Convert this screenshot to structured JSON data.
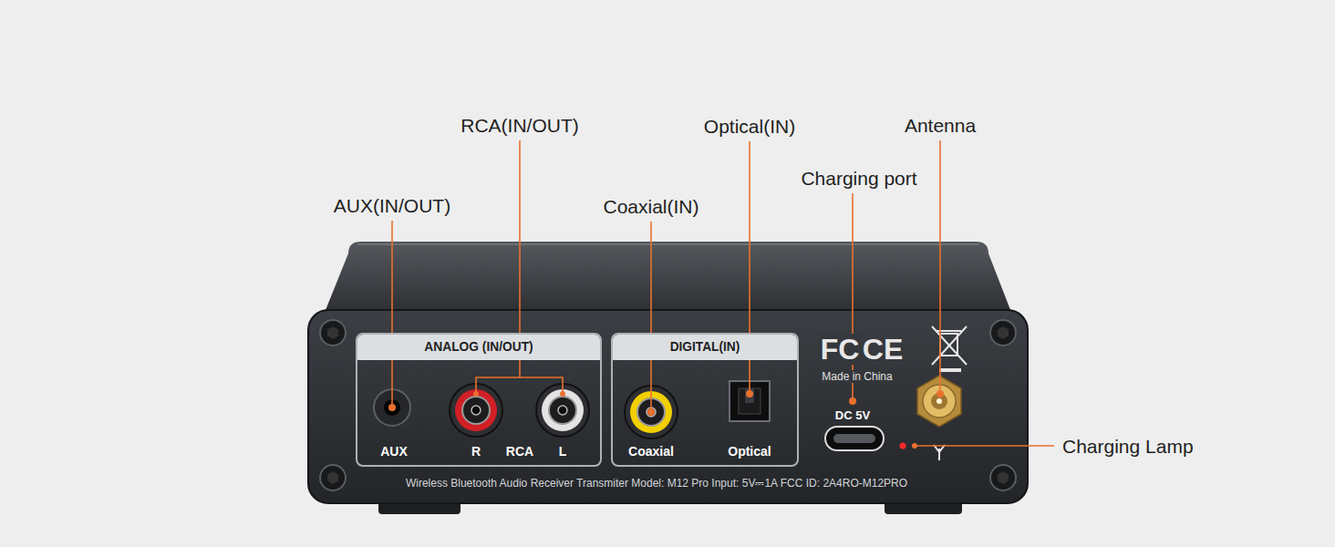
{
  "diagram": {
    "nodes": [
      {
        "text": [
          "Wireless Bluetooth Audio Receiver Transmiter Model: M12 Pro Input: 5V⎓1A FCC ID: 2A4RO-M12PRO"
        ]
      },
      {
        "text": [
          "ANALOG (IN/OUT)",
          "AUX",
          "R",
          "RCA",
          "L"
        ],
        "in": 0
      },
      {
        "text": [
          "DIGITAL(IN)",
          "Coaxial",
          "Optical"
        ],
        "in": 0
      }
    ],
    "labels": [
      "RCA(IN/OUT)",
      "Optical(IN)",
      "Antenna",
      "Charging port",
      "AUX(IN/OUT)",
      "Coaxial(IN)",
      "FC",
      "CE",
      "Made in China",
      "DC 5V",
      "Charging Lamp"
    ]
  }
}
